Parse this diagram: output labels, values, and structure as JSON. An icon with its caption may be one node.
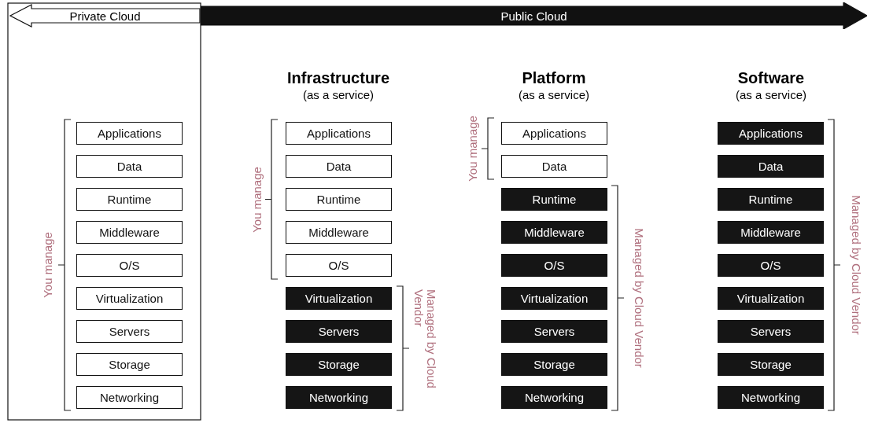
{
  "diagram": {
    "nodes": [
      {
        "text": [
          "Private Cloud"
        ]
      },
      {
        "text": [
          "Public Cloud"
        ]
      },
      {
        "text": [
          "Applications"
        ]
      },
      {
        "text": [
          "Data"
        ]
      },
      {
        "text": [
          "Runtime"
        ]
      },
      {
        "text": [
          "Middleware"
        ]
      },
      {
        "text": [
          "O/S"
        ]
      },
      {
        "text": [
          "Virtualization"
        ]
      },
      {
        "text": [
          "Servers"
        ]
      },
      {
        "text": [
          "Storage"
        ]
      },
      {
        "text": [
          "Networking"
        ]
      },
      {
        "text": [
          "Applications"
        ]
      },
      {
        "text": [
          "Data"
        ]
      },
      {
        "text": [
          "Runtime"
        ]
      },
      {
        "text": [
          "Middleware"
        ]
      },
      {
        "text": [
          "O/S"
        ]
      },
      {
        "text": [
          "Virtualization"
        ]
      },
      {
        "text": [
          "Servers"
        ]
      },
      {
        "text": [
          "Storage"
        ]
      },
      {
        "text": [
          "Networking"
        ]
      },
      {
        "text": [
          "Applications"
        ]
      },
      {
        "text": [
          "Data"
        ]
      },
      {
        "text": [
          "Runtime"
        ]
      },
      {
        "text": [
          "Middleware"
        ]
      },
      {
        "text": [
          "O/S"
        ]
      },
      {
        "text": [
          "Virtualization"
        ]
      },
      {
        "text": [
          "Servers"
        ]
      },
      {
        "text": [
          "Storage"
        ]
      },
      {
        "text": [
          "Networking"
        ]
      },
      {
        "text": [
          "Applications"
        ]
      },
      {
        "text": [
          "Data"
        ]
      },
      {
        "text": [
          "Runtime"
        ]
      },
      {
        "text": [
          "Middleware"
        ]
      },
      {
        "text": [
          "O/S"
        ]
      },
      {
        "text": [
          "Virtualization"
        ]
      },
      {
        "text": [
          "Servers"
        ]
      },
      {
        "text": [
          "Storage"
        ]
      },
      {
        "text": [
          "Networking"
        ]
      }
    ],
    "labels": [
      "Infrastructure",
      "(as a service)",
      "Platform",
      "(as a service)",
      "Software",
      "(as a service)",
      "You manage",
      "You manage",
      "Managed by Cloud Vendor",
      "You manage",
      "Managed by Cloud Vendor",
      "Managed by Cloud Vendor"
    ]
  }
}
